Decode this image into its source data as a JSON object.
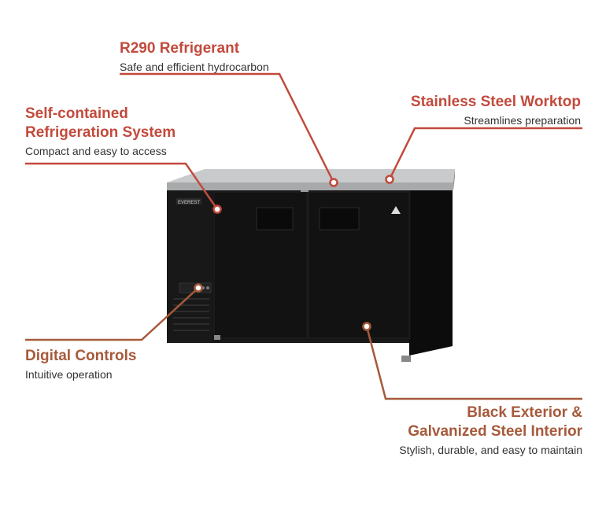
{
  "callouts": {
    "r290": {
      "title": "R290 Refrigerant",
      "subtitle": "Safe and efficient hydrocarbon"
    },
    "stainless": {
      "title": "Stainless Steel Worktop",
      "subtitle": "Streamlines preparation"
    },
    "self_contained": {
      "title_line1": "Self-contained",
      "title_line2": "Refrigeration System",
      "subtitle": "Compact and easy to access"
    },
    "digital": {
      "title": "Digital Controls",
      "subtitle": "Intuitive operation"
    },
    "black_exterior": {
      "title_line1": "Black Exterior &",
      "title_line2": "Galvanized Steel Interior",
      "subtitle": "Stylish, durable, and easy to maintain"
    }
  },
  "product": {
    "brand_badge": "EVEREST"
  },
  "colors": {
    "callout_red": "#c24a3c",
    "callout_brown": "#a65a3b",
    "cabinet": "#111111",
    "steel_top": "#b9bbbd"
  }
}
